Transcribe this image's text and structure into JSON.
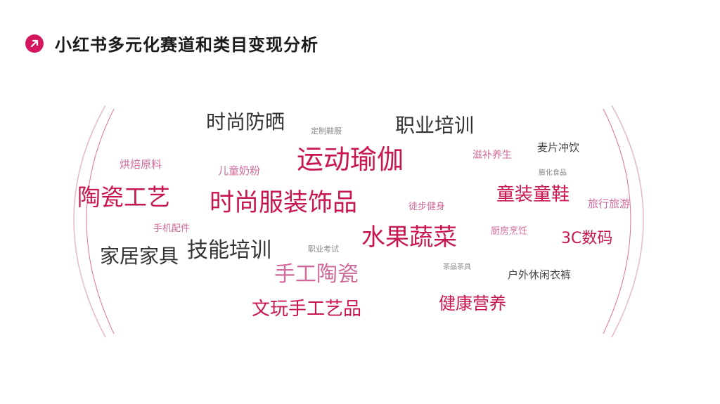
{
  "header": {
    "title": "小红书多元化赛道和类目变现分析",
    "icon": "arrow-up-right-icon",
    "accent_color": "#d4175f"
  },
  "word_cloud": {
    "words": [
      {
        "text": "时尚防晒",
        "color": "#333333"
      },
      {
        "text": "定制鞋服",
        "color": "#888888"
      },
      {
        "text": "职业培训",
        "color": "#333333"
      },
      {
        "text": "运动瑜伽",
        "color": "#c8174f"
      },
      {
        "text": "滋补养生",
        "color": "#d06a9a"
      },
      {
        "text": "麦片冲饮",
        "color": "#444444"
      },
      {
        "text": "烘焙原料",
        "color": "#d06a9a"
      },
      {
        "text": "儿童奶粉",
        "color": "#d06a9a"
      },
      {
        "text": "陶瓷工艺",
        "color": "#c8174f"
      },
      {
        "text": "时尚服装饰品",
        "color": "#c8174f"
      },
      {
        "text": "徒步健身",
        "color": "#d06a9a"
      },
      {
        "text": "童装童鞋",
        "color": "#c8174f"
      },
      {
        "text": "旅行旅游",
        "color": "#d06a9a"
      },
      {
        "text": "手机配件",
        "color": "#d06a9a"
      },
      {
        "text": "水果蔬菜",
        "color": "#c8174f"
      },
      {
        "text": "厨房烹饪",
        "color": "#d06a9a"
      },
      {
        "text": "3C数码",
        "color": "#c8174f"
      },
      {
        "text": "家居家具",
        "color": "#333333"
      },
      {
        "text": "技能培训",
        "color": "#333333"
      },
      {
        "text": "职业考试",
        "color": "#888888"
      },
      {
        "text": "手工陶瓷",
        "color": "#d06a9a"
      },
      {
        "text": "户外休闲衣裤",
        "color": "#444444"
      },
      {
        "text": "文玩手工艺品",
        "color": "#c8174f"
      },
      {
        "text": "健康营养",
        "color": "#c8174f"
      },
      {
        "text": "膨化食品",
        "color": "#888888"
      },
      {
        "text": "茶品茶具",
        "color": "#888888"
      }
    ]
  }
}
